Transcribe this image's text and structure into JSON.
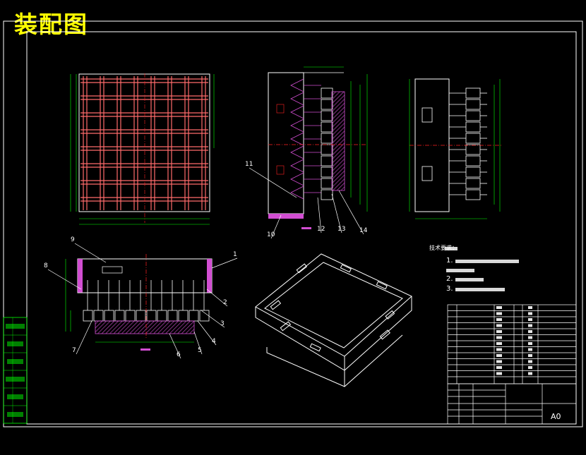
{
  "drawing": {
    "title": "装配图",
    "balloons": [
      "1",
      "2",
      "3",
      "4",
      "5",
      "6",
      "7",
      "8",
      "9",
      "10",
      "11",
      "12",
      "13",
      "14"
    ],
    "tech_requirements": {
      "heading": "技术要求：",
      "items": [
        "1.",
        "2.",
        "3."
      ]
    },
    "title_block": {
      "scale_or_sheet": "A0"
    },
    "side_panel_count": 6
  },
  "colors": {
    "frame": "#ffffff",
    "dim": "#00ff00",
    "grid": "#ff6b6b",
    "center": "#ff2020",
    "hatch": "#d24ed2",
    "title": "#ffff00"
  }
}
